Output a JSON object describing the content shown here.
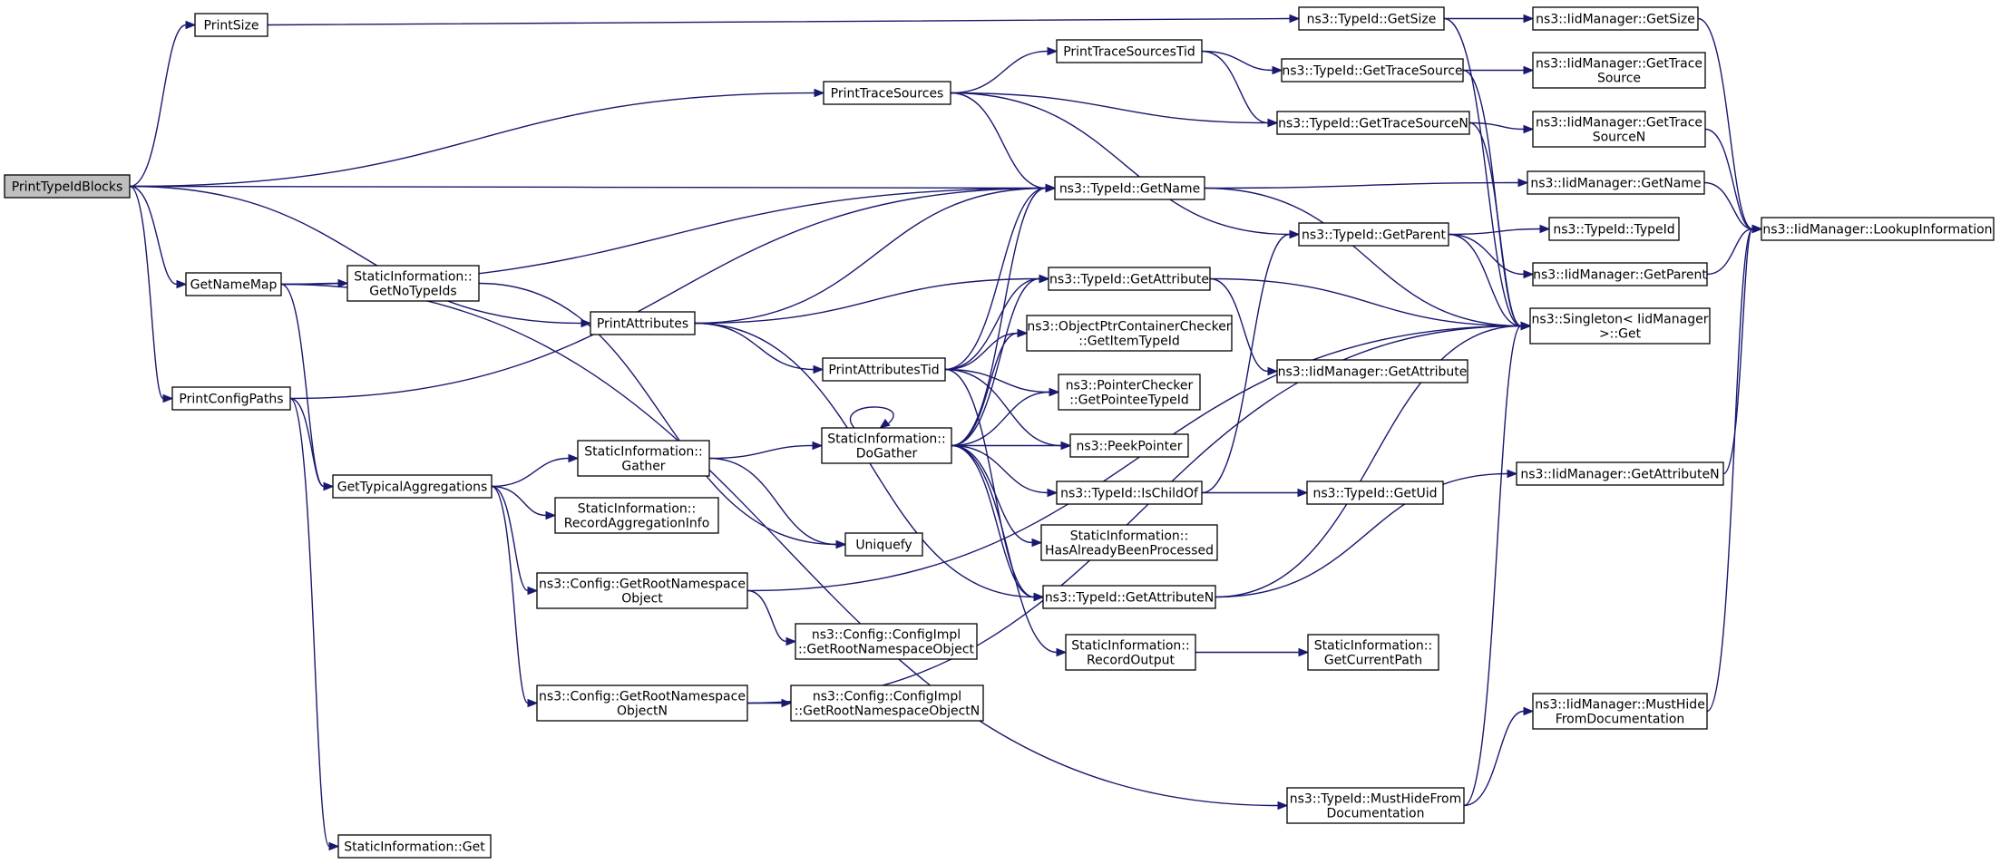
{
  "graph": {
    "nodes": [
      {
        "id": "PrintTypeIdBlocks",
        "lines": [
          "PrintTypeIdBlocks"
        ],
        "root": true
      },
      {
        "id": "PrintSize",
        "lines": [
          "PrintSize"
        ]
      },
      {
        "id": "PrintTraceSources",
        "lines": [
          "PrintTraceSources"
        ]
      },
      {
        "id": "GetNameMap",
        "lines": [
          "GetNameMap"
        ]
      },
      {
        "id": "PrintConfigPaths",
        "lines": [
          "PrintConfigPaths"
        ]
      },
      {
        "id": "StaticInformation::GetNoTypeIds",
        "lines": [
          "StaticInformation::",
          "GetNoTypeIds"
        ]
      },
      {
        "id": "PrintAttributes",
        "lines": [
          "PrintAttributes"
        ]
      },
      {
        "id": "GetTypicalAggregations",
        "lines": [
          "GetTypicalAggregations"
        ]
      },
      {
        "id": "StaticInformation::Gather",
        "lines": [
          "StaticInformation::",
          "Gather"
        ]
      },
      {
        "id": "StaticInformation::RecordAggregationInfo",
        "lines": [
          "StaticInformation::",
          "RecordAggregationInfo"
        ]
      },
      {
        "id": "ns3::Config::GetRootNamespaceObject",
        "lines": [
          "ns3::Config::GetRootNamespace",
          "Object"
        ]
      },
      {
        "id": "ns3::Config::GetRootNamespaceObjectN",
        "lines": [
          "ns3::Config::GetRootNamespace",
          "ObjectN"
        ]
      },
      {
        "id": "StaticInformation::Get",
        "lines": [
          "StaticInformation::Get"
        ]
      },
      {
        "id": "PrintTraceSourcesTid",
        "lines": [
          "PrintTraceSourcesTid"
        ]
      },
      {
        "id": "PrintAttributesTid",
        "lines": [
          "PrintAttributesTid"
        ]
      },
      {
        "id": "StaticInformation::DoGather",
        "lines": [
          "StaticInformation::",
          "DoGather"
        ]
      },
      {
        "id": "Uniquefy",
        "lines": [
          "Uniquefy"
        ]
      },
      {
        "id": "ns3::Config::ConfigImpl::GetRootNamespaceObject",
        "lines": [
          "ns3::Config::ConfigImpl",
          "::GetRootNamespaceObject"
        ]
      },
      {
        "id": "ns3::Config::ConfigImpl::GetRootNamespaceObjectN",
        "lines": [
          "ns3::Config::ConfigImpl",
          "::GetRootNamespaceObjectN"
        ]
      },
      {
        "id": "ns3::TypeId::GetName",
        "lines": [
          "ns3::TypeId::GetName"
        ]
      },
      {
        "id": "ns3::TypeId::GetAttribute",
        "lines": [
          "ns3::TypeId::GetAttribute"
        ]
      },
      {
        "id": "ns3::ObjectPtrContainerChecker::GetItemTypeId",
        "lines": [
          "ns3::ObjectPtrContainerChecker",
          "::GetItemTypeId"
        ]
      },
      {
        "id": "ns3::PointerChecker::GetPointeeTypeId",
        "lines": [
          "ns3::PointerChecker",
          "::GetPointeeTypeId"
        ]
      },
      {
        "id": "ns3::PeekPointer",
        "lines": [
          "ns3::PeekPointer"
        ]
      },
      {
        "id": "ns3::TypeId::IsChildOf",
        "lines": [
          "ns3::TypeId::IsChildOf"
        ]
      },
      {
        "id": "StaticInformation::HasAlreadyBeenProcessed",
        "lines": [
          "StaticInformation::",
          "HasAlreadyBeenProcessed"
        ]
      },
      {
        "id": "ns3::TypeId::GetAttributeN",
        "lines": [
          "ns3::TypeId::GetAttributeN"
        ]
      },
      {
        "id": "StaticInformation::RecordOutput",
        "lines": [
          "StaticInformation::",
          "RecordOutput"
        ]
      },
      {
        "id": "ns3::TypeId::GetSize",
        "lines": [
          "ns3::TypeId::GetSize"
        ]
      },
      {
        "id": "ns3::TypeId::GetTraceSource",
        "lines": [
          "ns3::TypeId::GetTraceSource"
        ]
      },
      {
        "id": "ns3::TypeId::GetTraceSourceN",
        "lines": [
          "ns3::TypeId::GetTraceSourceN"
        ]
      },
      {
        "id": "ns3::TypeId::GetParent",
        "lines": [
          "ns3::TypeId::GetParent"
        ]
      },
      {
        "id": "ns3::IidManager::GetAttribute",
        "lines": [
          "ns3::IidManager::GetAttribute"
        ]
      },
      {
        "id": "ns3::TypeId::GetUid",
        "lines": [
          "ns3::TypeId::GetUid"
        ]
      },
      {
        "id": "StaticInformation::GetCurrentPath",
        "lines": [
          "StaticInformation::",
          "GetCurrentPath"
        ]
      },
      {
        "id": "ns3::TypeId::MustHideFromDocumentation",
        "lines": [
          "ns3::TypeId::MustHideFrom",
          "Documentation"
        ]
      },
      {
        "id": "ns3::IidManager::GetSize",
        "lines": [
          "ns3::IidManager::GetSize"
        ]
      },
      {
        "id": "ns3::IidManager::GetTraceSource",
        "lines": [
          "ns3::IidManager::GetTrace",
          "Source"
        ]
      },
      {
        "id": "ns3::IidManager::GetTraceSourceN",
        "lines": [
          "ns3::IidManager::GetTrace",
          "SourceN"
        ]
      },
      {
        "id": "ns3::IidManager::GetName",
        "lines": [
          "ns3::IidManager::GetName"
        ]
      },
      {
        "id": "ns3::TypeId::TypeId",
        "lines": [
          "ns3::TypeId::TypeId"
        ]
      },
      {
        "id": "ns3::IidManager::GetParent",
        "lines": [
          "ns3::IidManager::GetParent"
        ]
      },
      {
        "id": "ns3::Singleton<IidManager>::Get",
        "lines": [
          "ns3::Singleton< IidManager",
          ">::Get"
        ]
      },
      {
        "id": "ns3::IidManager::GetAttributeN",
        "lines": [
          "ns3::IidManager::GetAttributeN"
        ]
      },
      {
        "id": "ns3::IidManager::MustHideFromDocumentation",
        "lines": [
          "ns3::IidManager::MustHide",
          "FromDocumentation"
        ]
      },
      {
        "id": "ns3::IidManager::LookupInformation",
        "lines": [
          "ns3::IidManager::LookupInformation"
        ]
      }
    ],
    "edges": [
      [
        "PrintTypeIdBlocks",
        "PrintSize"
      ],
      [
        "PrintTypeIdBlocks",
        "PrintTraceSources"
      ],
      [
        "PrintTypeIdBlocks",
        "ns3::TypeId::GetName"
      ],
      [
        "PrintTypeIdBlocks",
        "PrintAttributes"
      ],
      [
        "PrintTypeIdBlocks",
        "GetNameMap"
      ],
      [
        "PrintTypeIdBlocks",
        "PrintConfigPaths"
      ],
      [
        "PrintSize",
        "ns3::TypeId::GetSize"
      ],
      [
        "PrintTraceSources",
        "PrintTraceSourcesTid"
      ],
      [
        "PrintTraceSources",
        "ns3::TypeId::GetTraceSourceN"
      ],
      [
        "PrintTraceSources",
        "ns3::TypeId::GetName"
      ],
      [
        "PrintTraceSources",
        "ns3::TypeId::GetParent"
      ],
      [
        "PrintTraceSourcesTid",
        "ns3::TypeId::GetTraceSource"
      ],
      [
        "PrintTraceSourcesTid",
        "ns3::TypeId::GetTraceSourceN"
      ],
      [
        "GetNameMap",
        "ns3::TypeId::GetName"
      ],
      [
        "GetNameMap",
        "StaticInformation::GetNoTypeIds"
      ],
      [
        "GetNameMap",
        "GetTypicalAggregations"
      ],
      [
        "GetNameMap",
        "ns3::TypeId::MustHideFromDocumentation"
      ],
      [
        "PrintConfigPaths",
        "ns3::TypeId::GetName"
      ],
      [
        "PrintConfigPaths",
        "GetTypicalAggregations"
      ],
      [
        "PrintConfigPaths",
        "StaticInformation::Get"
      ],
      [
        "StaticInformation::GetNoTypeIds",
        "Uniquefy"
      ],
      [
        "PrintAttributes",
        "ns3::TypeId::GetName"
      ],
      [
        "PrintAttributes",
        "ns3::TypeId::GetAttribute"
      ],
      [
        "PrintAttributes",
        "PrintAttributesTid"
      ],
      [
        "PrintAttributes",
        "ns3::TypeId::GetAttributeN"
      ],
      [
        "PrintAttributesTid",
        "ns3::TypeId::GetName"
      ],
      [
        "PrintAttributesTid",
        "ns3::TypeId::GetAttribute"
      ],
      [
        "PrintAttributesTid",
        "ns3::ObjectPtrContainerChecker::GetItemTypeId"
      ],
      [
        "PrintAttributesTid",
        "ns3::PointerChecker::GetPointeeTypeId"
      ],
      [
        "PrintAttributesTid",
        "ns3::PeekPointer"
      ],
      [
        "PrintAttributesTid",
        "ns3::TypeId::GetAttributeN"
      ],
      [
        "GetTypicalAggregations",
        "StaticInformation::Gather"
      ],
      [
        "GetTypicalAggregations",
        "StaticInformation::RecordAggregationInfo"
      ],
      [
        "GetTypicalAggregations",
        "ns3::Config::GetRootNamespaceObject"
      ],
      [
        "GetTypicalAggregations",
        "ns3::Config::GetRootNamespaceObjectN"
      ],
      [
        "StaticInformation::Gather",
        "StaticInformation::DoGather"
      ],
      [
        "StaticInformation::Gather",
        "Uniquefy"
      ],
      [
        "StaticInformation::DoGather",
        "StaticInformation::DoGather"
      ],
      [
        "StaticInformation::DoGather",
        "ns3::TypeId::GetName"
      ],
      [
        "StaticInformation::DoGather",
        "ns3::TypeId::GetAttribute"
      ],
      [
        "StaticInformation::DoGather",
        "ns3::ObjectPtrContainerChecker::GetItemTypeId"
      ],
      [
        "StaticInformation::DoGather",
        "ns3::PointerChecker::GetPointeeTypeId"
      ],
      [
        "StaticInformation::DoGather",
        "ns3::PeekPointer"
      ],
      [
        "StaticInformation::DoGather",
        "ns3::TypeId::IsChildOf"
      ],
      [
        "StaticInformation::DoGather",
        "StaticInformation::HasAlreadyBeenProcessed"
      ],
      [
        "StaticInformation::DoGather",
        "ns3::TypeId::GetAttributeN"
      ],
      [
        "StaticInformation::DoGather",
        "StaticInformation::RecordOutput"
      ],
      [
        "ns3::Config::GetRootNamespaceObject",
        "ns3::Config::ConfigImpl::GetRootNamespaceObject"
      ],
      [
        "ns3::Config::GetRootNamespaceObject",
        "ns3::Singleton<IidManager>::Get"
      ],
      [
        "ns3::Config::GetRootNamespaceObjectN",
        "ns3::Config::ConfigImpl::GetRootNamespaceObjectN"
      ],
      [
        "ns3::Config::GetRootNamespaceObjectN",
        "ns3::Singleton<IidManager>::Get"
      ],
      [
        "ns3::TypeId::GetName",
        "ns3::IidManager::GetName"
      ],
      [
        "ns3::TypeId::GetName",
        "ns3::Singleton<IidManager>::Get"
      ],
      [
        "ns3::TypeId::GetAttribute",
        "ns3::IidManager::GetAttribute"
      ],
      [
        "ns3::TypeId::GetAttribute",
        "ns3::Singleton<IidManager>::Get"
      ],
      [
        "ns3::TypeId::IsChildOf",
        "ns3::TypeId::GetParent"
      ],
      [
        "ns3::TypeId::IsChildOf",
        "ns3::TypeId::GetUid"
      ],
      [
        "ns3::TypeId::GetAttributeN",
        "ns3::Singleton<IidManager>::Get"
      ],
      [
        "ns3::TypeId::GetAttributeN",
        "ns3::IidManager::GetAttributeN"
      ],
      [
        "StaticInformation::RecordOutput",
        "StaticInformation::GetCurrentPath"
      ],
      [
        "ns3::TypeId::GetSize",
        "ns3::IidManager::GetSize"
      ],
      [
        "ns3::TypeId::GetSize",
        "ns3::Singleton<IidManager>::Get"
      ],
      [
        "ns3::TypeId::GetTraceSource",
        "ns3::IidManager::GetTraceSource"
      ],
      [
        "ns3::TypeId::GetTraceSource",
        "ns3::Singleton<IidManager>::Get"
      ],
      [
        "ns3::TypeId::GetTraceSourceN",
        "ns3::IidManager::GetTraceSourceN"
      ],
      [
        "ns3::TypeId::GetTraceSourceN",
        "ns3::Singleton<IidManager>::Get"
      ],
      [
        "ns3::TypeId::GetParent",
        "ns3::TypeId::TypeId"
      ],
      [
        "ns3::TypeId::GetParent",
        "ns3::IidManager::GetParent"
      ],
      [
        "ns3::TypeId::GetParent",
        "ns3::Singleton<IidManager>::Get"
      ],
      [
        "ns3::TypeId::MustHideFromDocumentation",
        "ns3::IidManager::MustHideFromDocumentation"
      ],
      [
        "ns3::TypeId::MustHideFromDocumentation",
        "ns3::Singleton<IidManager>::Get"
      ],
      [
        "ns3::IidManager::GetSize",
        "ns3::IidManager::LookupInformation"
      ],
      [
        "ns3::IidManager::GetTraceSourceN",
        "ns3::IidManager::LookupInformation"
      ],
      [
        "ns3::IidManager::GetName",
        "ns3::IidManager::LookupInformation"
      ],
      [
        "ns3::IidManager::GetParent",
        "ns3::IidManager::LookupInformation"
      ],
      [
        "ns3::IidManager::GetAttributeN",
        "ns3::IidManager::LookupInformation"
      ],
      [
        "ns3::IidManager::MustHideFromDocumentation",
        "ns3::IidManager::LookupInformation"
      ]
    ]
  }
}
